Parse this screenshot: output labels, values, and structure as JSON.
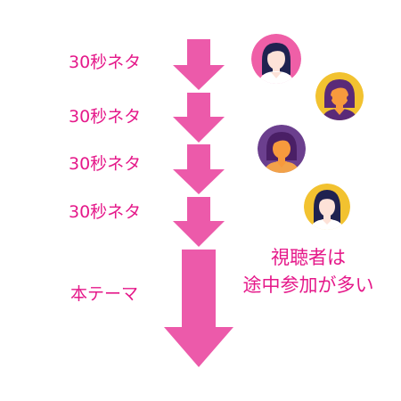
{
  "segments": [
    {
      "label": "30秒ネタ"
    },
    {
      "label": "30秒ネタ"
    },
    {
      "label": "30秒ネタ"
    },
    {
      "label": "30秒ネタ"
    }
  ],
  "main": {
    "label": "本テーマ"
  },
  "note": {
    "line1": "視聴者は",
    "line2": "途中参加が多い"
  },
  "colors": {
    "accent": "#e5198a",
    "arrow": "#ec5aaa",
    "avatar_pink": "#ef5fa7",
    "avatar_yellow": "#f2c230",
    "avatar_purple": "#6b3f8e",
    "hair_dark": "#1f2250",
    "hair_purple": "#5a2a78",
    "skin_light": "#fde2d8",
    "skin_orange": "#f79a3d"
  },
  "avatars": [
    {
      "icon": "woman-avatar-icon",
      "bg": "pink"
    },
    {
      "icon": "woman-avatar-icon",
      "bg": "yellow"
    },
    {
      "icon": "woman-avatar-icon",
      "bg": "purple"
    },
    {
      "icon": "woman-avatar-icon",
      "bg": "yellow"
    }
  ]
}
